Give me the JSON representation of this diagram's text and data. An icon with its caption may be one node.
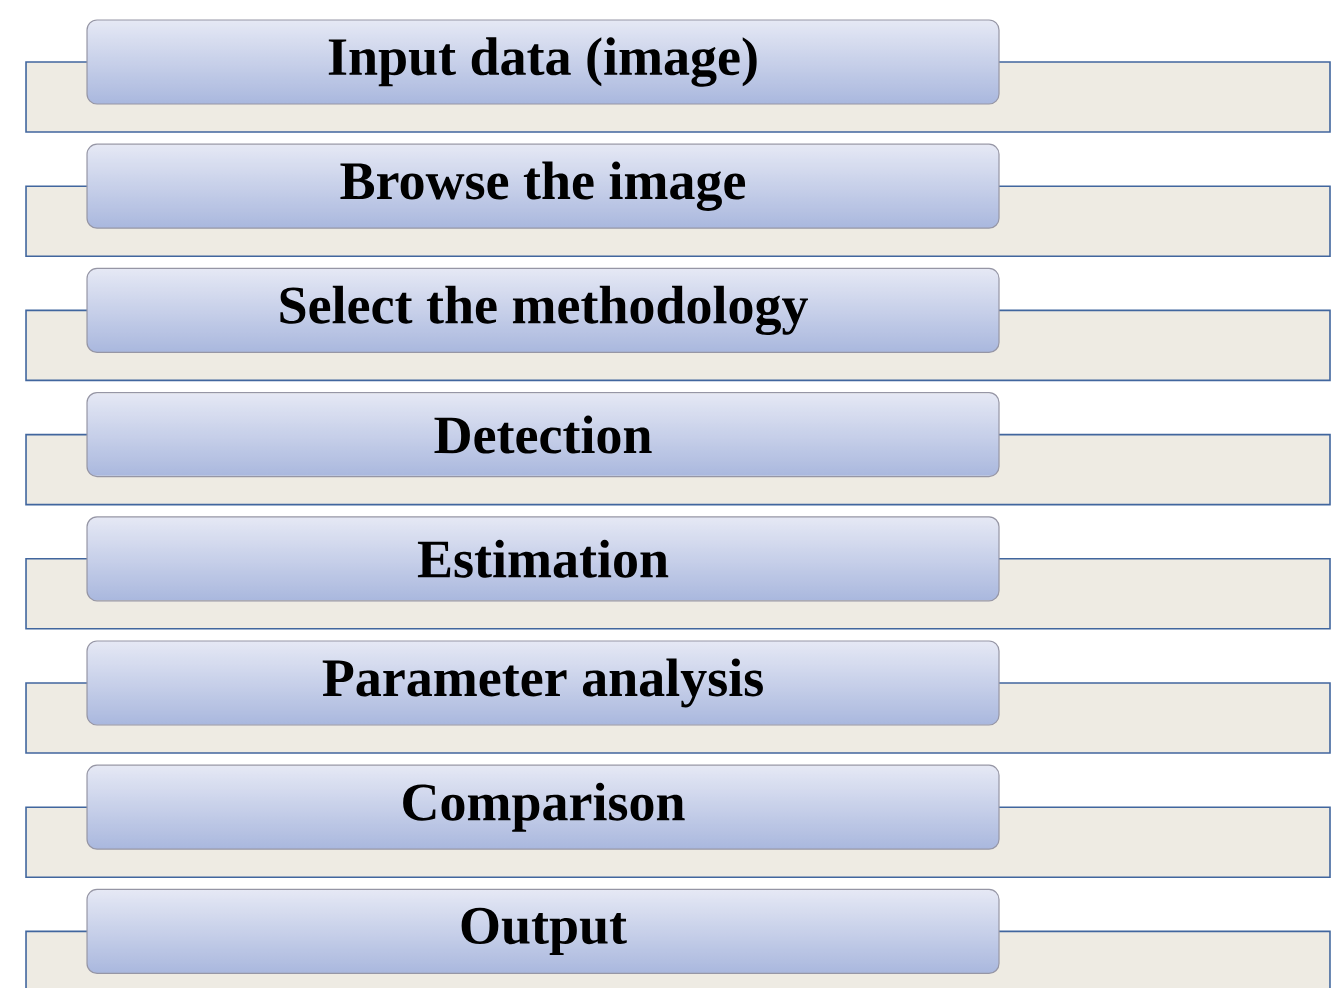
{
  "diagram": {
    "nodes": [
      {
        "text": [
          "Input data (image)"
        ]
      },
      {
        "text": [
          "Browse the image"
        ]
      },
      {
        "text": [
          "Select the methodology"
        ]
      },
      {
        "text": [
          "Detection"
        ]
      },
      {
        "text": [
          "Estimation"
        ]
      },
      {
        "text": [
          "Parameter analysis"
        ]
      },
      {
        "text": [
          "Comparison"
        ]
      },
      {
        "text": [
          "Output"
        ]
      },
      {
        "text": [],
        "shape": "bar"
      },
      {
        "text": [],
        "shape": "bar"
      },
      {
        "text": [],
        "shape": "bar"
      },
      {
        "text": [],
        "shape": "bar"
      },
      {
        "text": [],
        "shape": "bar"
      },
      {
        "text": [],
        "shape": "bar"
      },
      {
        "text": [],
        "shape": "bar"
      },
      {
        "text": [],
        "shape": "bar"
      }
    ]
  }
}
